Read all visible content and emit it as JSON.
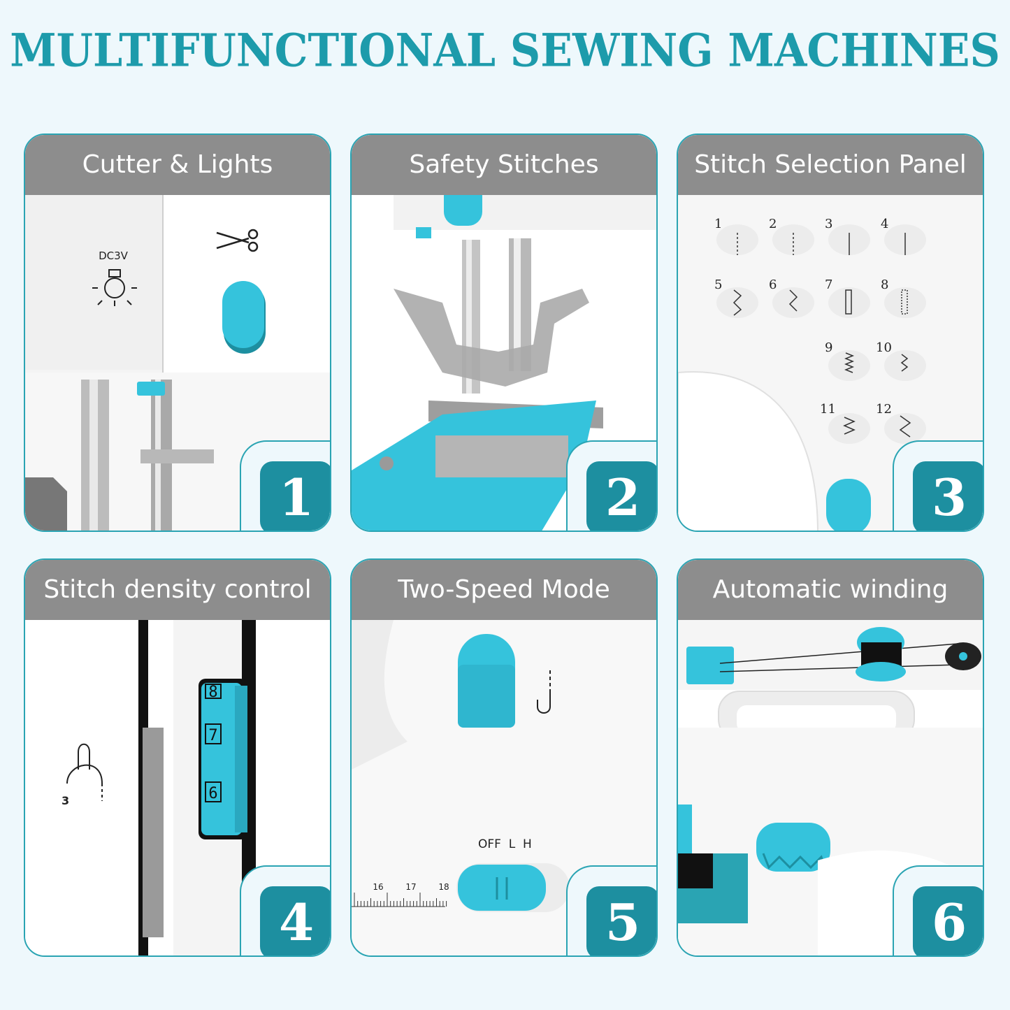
{
  "title": "MULTIFUNCTIONAL SEWING MACHINES",
  "colors": {
    "accent": "#1d9bab",
    "badge": "#1d8fa0",
    "header_bar": "#8d8d8d",
    "button_blue": "#35c3dc"
  },
  "features": [
    {
      "number": "1",
      "label": "Cutter & Lights",
      "icon_text": "DC3V"
    },
    {
      "number": "2",
      "label": "Safety Stitches"
    },
    {
      "number": "3",
      "label": "Stitch Selection Panel",
      "stitch_numbers": [
        "1",
        "2",
        "3",
        "4",
        "5",
        "6",
        "7",
        "8",
        "9",
        "10",
        "11",
        "12"
      ]
    },
    {
      "number": "4",
      "label": "Stitch density control",
      "dial_digits": [
        "8",
        "7",
        "6"
      ],
      "icon_digit": "3"
    },
    {
      "number": "5",
      "label": "Two-Speed Mode",
      "switch_text": "OFF  L  H",
      "ruler": [
        "16",
        "17",
        "18"
      ]
    },
    {
      "number": "6",
      "label": "Automatic winding"
    }
  ]
}
